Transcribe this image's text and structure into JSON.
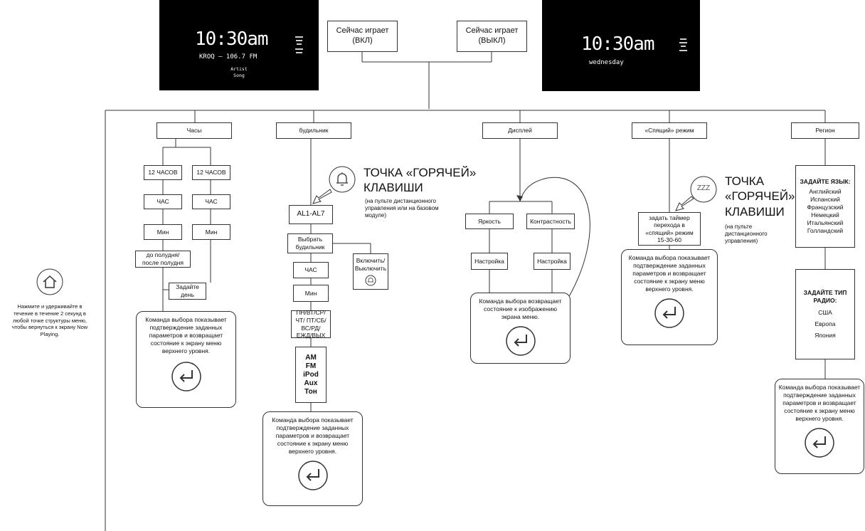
{
  "screens": {
    "left": {
      "time": "10:30am",
      "station": "KROQ – 106.7 FM",
      "artist": "Artist",
      "song": "Song"
    },
    "right": {
      "time": "10:30am",
      "day": "wednesday"
    }
  },
  "top_nodes": {
    "now_on": "Сейчас играет (ВКЛ)",
    "now_off": "Сейчас играет (ВЫКЛ)"
  },
  "branches": {
    "clock": "Часы",
    "alarm": "будильник",
    "display": "Дисплей",
    "sleep": "«Спящий» режим",
    "region": "Регион"
  },
  "clock": {
    "h12": "12 ЧАСОВ",
    "h24": "12 ЧАСОВ",
    "hour_l": "ЧАС",
    "hour_r": "ЧАС",
    "min_l": "Мин",
    "min_r": "Мин",
    "ampm": "до полудня/ после полудня",
    "day": "Задайте день",
    "confirm": "Команда выбора показывает подтверждение заданных параметров и возвращает состояние к экрану меню верхнего уровня."
  },
  "alarm": {
    "hot_title": "ТОЧКА «ГОРЯЧЕЙ» КЛАВИШИ",
    "hot_sub": "(на пульте дистанционного управления или на базовом модуле)",
    "al": "AL1-AL7",
    "select": "Выбрать будильник",
    "onoff": "Включить/ Выключить",
    "hour": "ЧАС",
    "min": "Мин",
    "days": "ПН/ВТ/СР/ЧТ/ ПТ/СБ/ВС/РД/ ЕЖД/ВЫХ",
    "sources": [
      "AM",
      "FM",
      "iPod",
      "Aux",
      "Тон"
    ],
    "confirm": "Команда выбора показывает подтверждение заданных параметров и возвращает состояние к экрану меню верхнего уровня."
  },
  "display": {
    "brightness": "Яркость",
    "contrast": "Контрастность",
    "adjust_l": "Настройка",
    "adjust_r": "Настройка",
    "confirm": "Команда выбора возвращает состояние к изображению экрана меню."
  },
  "sleep": {
    "zzz": "ZZZ",
    "hot_title": "ТОЧКА «ГОРЯЧЕЙ» КЛАВИШИ",
    "hot_sub": "(на пульте дистанционного управления)",
    "timer": "задать таймер перехода в «спящий» режим 15-30-60",
    "confirm": "Команда выбора показывает подтверждение заданных параметров и возвращает состояние к экрану меню верхнего уровня."
  },
  "region": {
    "lang_title": "ЗАДАЙТЕ ЯЗЫК:",
    "languages": [
      "Английский",
      "Испанский",
      "Французский",
      "Немецкий",
      "Итальянский",
      "Голландский"
    ],
    "radio_title": "ЗАДАЙТЕ ТИП РАДИО:",
    "radio_types": [
      "США",
      "Европа",
      "Япония"
    ],
    "confirm": "Команда выбора показывает подтверждение заданных параметров и возвращает состояние к экрану меню верхнего уровня."
  },
  "home_note": "Нажмите и удерживайте в течение в течение 2 секунд в любой точке структуры меню, чтобы вернуться к экрану Now Playing."
}
